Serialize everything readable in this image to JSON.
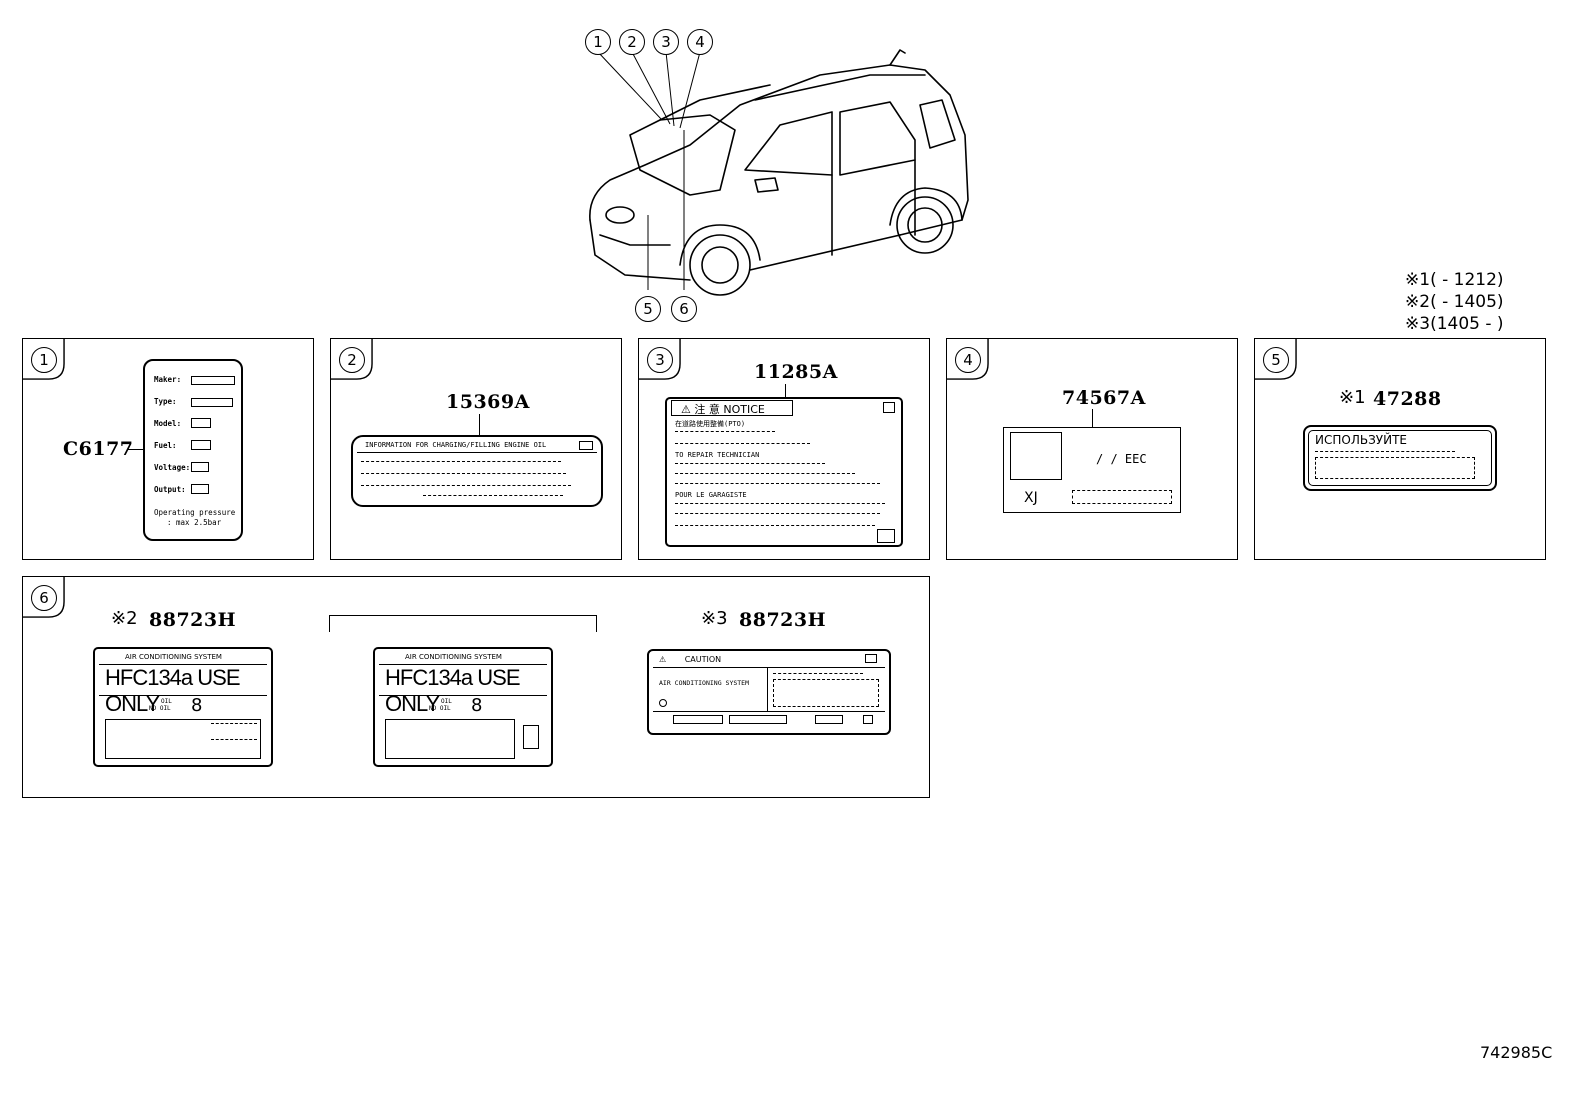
{
  "overview": {
    "callouts_top": [
      "1",
      "2",
      "3",
      "4"
    ],
    "callouts_bottom": [
      "5",
      "6"
    ]
  },
  "notes": [
    {
      "mark": "※1",
      "text": "(      - 1212)"
    },
    {
      "mark": "※2",
      "text": "(      - 1405)"
    },
    {
      "mark": "※3",
      "text": "(1405 -      )"
    }
  ],
  "panels": {
    "p1": {
      "num": "1",
      "part": "C6177",
      "rows": [
        "Maker:",
        "Type:",
        "Model:",
        "Fuel:",
        "Voltage:",
        "Output:"
      ],
      "footer1": "Operating pressure",
      "footer2": ": max 2.5bar"
    },
    "p2": {
      "num": "2",
      "part": "15369A",
      "header": "INFORMATION  FOR  CHARGING/FILLING  ENGINE  OIL"
    },
    "p3": {
      "num": "3",
      "part": "11285A",
      "header": "注 意  NOTICE",
      "line1": "在道路使用整備(PTO)",
      "line2": "TO REPAIR TECHNICIAN",
      "line3": "POUR  LE GARAGISTE"
    },
    "p4": {
      "num": "4",
      "part": "74567A",
      "eec": "/  / EEC",
      "xj": "XJ"
    },
    "p5": {
      "num": "5",
      "mark": "※1",
      "part": "47288",
      "header": "ИСПОЛЬЗУЙТЕ"
    },
    "p6": {
      "num": "6",
      "left_mark": "※2",
      "left_part": "88723H",
      "right_mark": "※3",
      "right_part": "88723H",
      "ac_title": "AIR CONDITIONING SYSTEM",
      "hfc": "HFC134a USE ONLY",
      "oil": "OIL",
      "pag": "ND OIL",
      "pag_num": "8",
      "caution": "CAUTION",
      "ac_system": "AIR CONDITIONING SYSTEM"
    }
  },
  "diagram_id": "742985C"
}
